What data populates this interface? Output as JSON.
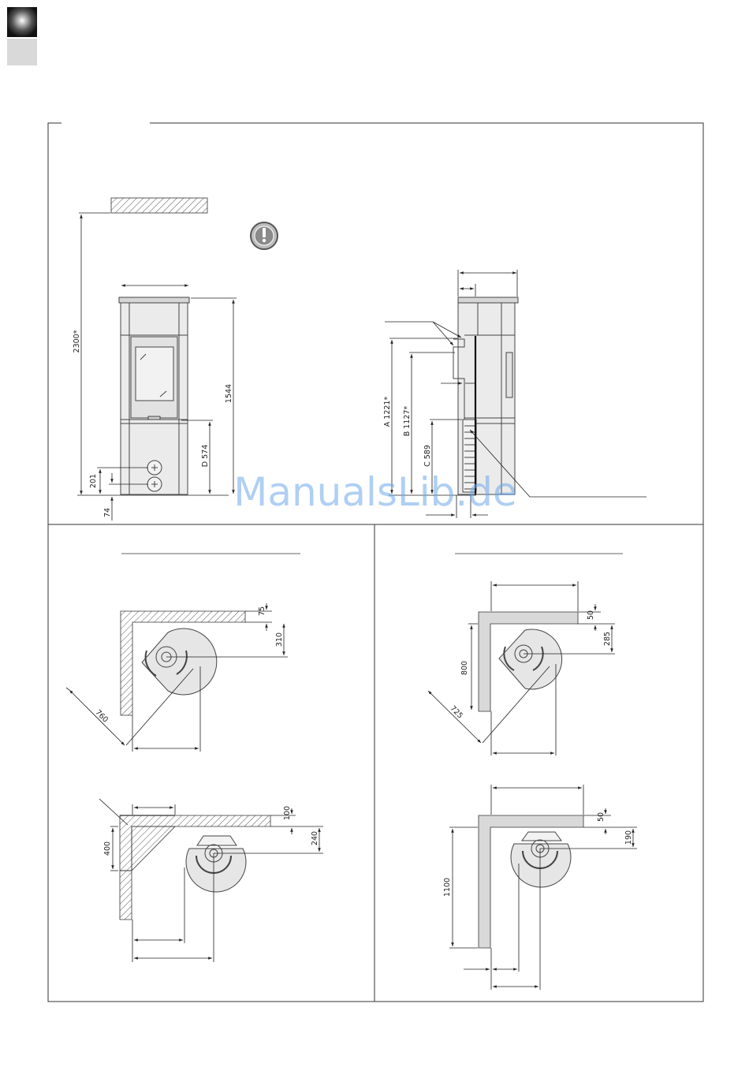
{
  "front_view": {
    "clearance_ceiling": "2300*",
    "height": "1544",
    "d": "D 574",
    "upper_outlet": "201",
    "lower_outlet": "74"
  },
  "side_view": {
    "a": "A 1221*",
    "b": "B 1127*",
    "c": "C 589"
  },
  "panel_1": {
    "corner_top": "75",
    "corner_side": "310",
    "diag": "760"
  },
  "panel_2": {
    "corner_top": "50",
    "corner_side": "285",
    "side": "800",
    "diag": "725"
  },
  "panel_3": {
    "corner_top": "100",
    "corner_side": "240",
    "side": "400"
  },
  "panel_4": {
    "corner_top": "50",
    "corner_side": "190",
    "side": "1100"
  },
  "watermark": "ManualsLib.de"
}
